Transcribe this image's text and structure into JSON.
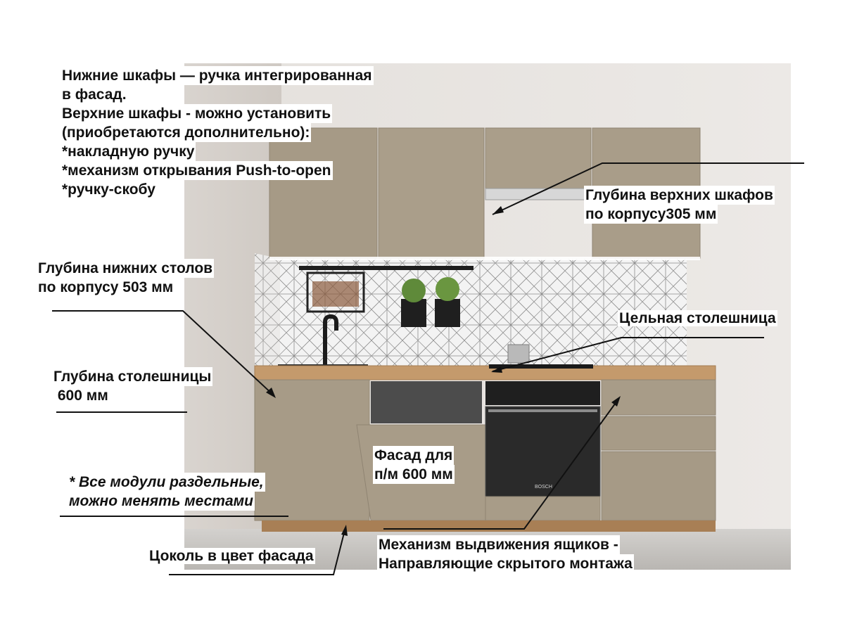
{
  "annotations": {
    "handles": [
      "Нижние шкафы — ручка интегрированная",
      "в фасад.",
      "Верхние шкафы - можно установить",
      "(приобретаются дополнительно):",
      "*накладную ручку",
      "*механизм открывания Push-to-open",
      "*ручку-скобу"
    ],
    "upper_depth": [
      "Глубина верхних шкафов",
      "по корпусу305 мм"
    ],
    "lower_depth": [
      "Глубина нижних столов",
      "по корпусу 503 мм"
    ],
    "worktop_solid": "Цельная столешница",
    "worktop_depth": [
      "Глубина столешницы",
      " 600 мм"
    ],
    "dishwasher_front": [
      "Фасад для",
      "п/м 600 мм"
    ],
    "modules_note": [
      "* Все модули раздельные,",
      "можно менять местами"
    ],
    "plinth": "Цоколь в цвет фасада",
    "drawer_mechanism": [
      "Механизм выдвижения ящиков -",
      "Направляющие скрытого монтажа"
    ]
  },
  "appliance_brand": "BOSCH",
  "colors": {
    "facade": "#a69a86",
    "worktop": "#c49a6c",
    "plinth": "#a87f55",
    "wall": "#e9e5e1",
    "tile": "#f2f2f2",
    "oven": "#2a2a2a",
    "floor": "#c9c6c2"
  }
}
